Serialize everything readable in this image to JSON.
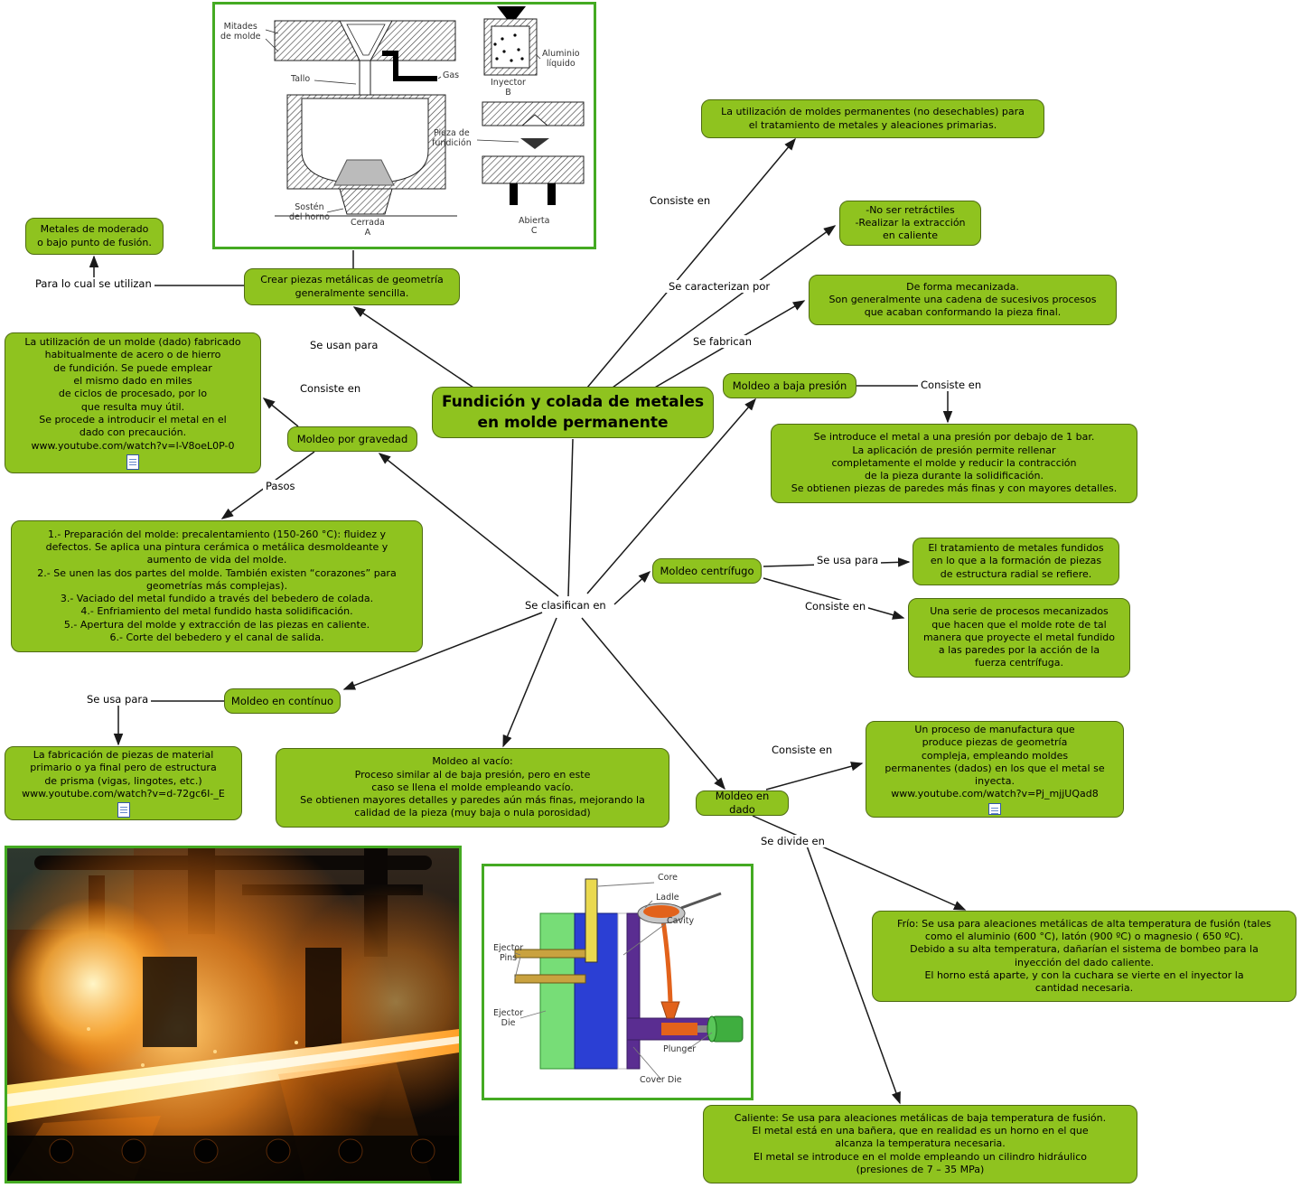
{
  "colors": {
    "node_bg": "#8fc31f",
    "node_border": "#4e6b12",
    "image_border": "#44aa22",
    "line_color": "#1a1a1a"
  },
  "title": {
    "text": "Fundición y colada de metales\nen molde permanente"
  },
  "concepts": {
    "moldes_permanentes": {
      "text": "La utilización de moldes permanentes (no desechables) para\nel tratamiento de metales y aleaciones primarias."
    },
    "caracteristicas": {
      "text": "-No ser retráctiles\n-Realizar la extracción\nen caliente"
    },
    "fabricacion": {
      "text": "De forma mecanizada.\nSon generalmente una cadena de sucesivos procesos\nque acaban conformando la pieza final."
    },
    "moldeo_baja_presion": {
      "text": "Moldeo a baja presión"
    },
    "baja_presion_desc": {
      "text": "Se introduce el metal a una presión por debajo de 1 bar.\nLa aplicación de presión permite rellenar\ncompletamente el molde y reducir la contracción\nde la pieza durante la solidificación.\nSe obtienen piezas de paredes más finas y con mayores detalles."
    },
    "metales_moderado": {
      "text": "Metales de moderado\no bajo punto de fusión."
    },
    "crear_piezas": {
      "text": "Crear piezas metálicas de geometría\ngeneralmente sencilla."
    },
    "molde_dado": {
      "text": "La utilización de un molde (dado) fabricado\nhabitualmente de acero o de hierro\nde fundición. Se puede emplear\nel mismo dado en miles\nde ciclos de procesado, por lo\nque resulta muy útil.\nSe procede a introducir el metal en el\ndado con precaución.",
      "link": "www.youtube.com/watch?v=l-V8oeL0P-0"
    },
    "moldeo_gravedad": {
      "text": "Moldeo por gravedad"
    },
    "pasos_gravedad": {
      "text": "1.- Preparación del molde: precalentamiento (150-260 °C): fluidez y\ndefectos. Se aplica una pintura cerámica o metálica desmoldeante y\naumento de vida del molde.\n2.- Se unen las dos partes del molde. También existen “corazones” para\ngeometrías más complejas).\n3.- Vaciado del metal fundido a través del bebedero de colada.\n4.- Enfriamiento del metal fundido hasta solidificación.\n5.- Apertura del molde y extracción de las piezas en caliente.\n6.- Corte del bebedero y el canal de salida."
    },
    "moldeo_centrifugo": {
      "text": "Moldeo centrífugo"
    },
    "centrifugo_uso": {
      "text": "El tratamiento de metales fundidos\nen lo que a la formación de piezas\nde estructura radial se refiere."
    },
    "centrifugo_desc": {
      "text": "Una serie de procesos mecanizados\nque hacen que el molde rote de tal\nmanera que proyecte el metal fundido\na las paredes por la acción de la\nfuerza centrífuga."
    },
    "moldeo_continuo": {
      "text": "Moldeo en contínuo"
    },
    "continuo_uso": {
      "text": "La fabricación de piezas de material\nprimario o ya final pero de estructura\nde prisma (vigas, lingotes, etc.)",
      "link": "www.youtube.com/watch?v=d-72gc6I-_E"
    },
    "moldeo_vacio": {
      "text": "Moldeo al vacío:\nProceso similar al de baja presión, pero en este\ncaso se llena el molde empleando vacío.\nSe obtienen mayores detalles y paredes aún más finas, mejorando la\ncalidad de la pieza (muy baja o nula porosidad)"
    },
    "moldeo_dado": {
      "text": "Moldeo en dado"
    },
    "dado_desc": {
      "text": "Un proceso de manufactura que\nproduce piezas de geometría\ncompleja, empleando moldes\npermanentes (dados) en los que el metal se\ninyecta.",
      "link": "www.youtube.com/watch?v=Pj_mjjUQad8"
    },
    "dado_frio": {
      "text": "Frío: Se usa para aleaciones metálicas de alta temperatura de fusión (tales\ncomo el aluminio (600 °C), latón (900 ºC) o magnesio ( 650 ºC).\nDebido a su alta temperatura, dañarían el sistema de bombeo para la\ninyección del dado caliente.\nEl horno está aparte, y con la cuchara se vierte en el inyector la\ncantidad necesaria."
    },
    "dado_caliente": {
      "text": "Caliente: Se usa para aleaciones metálicas de baja temperatura de fusión.\nEl metal está en una bañera, que en realidad es un horno en el que\nalcanza la temperatura necesaria.\nEl metal se introduce en el molde empleando un cilindro hidráulico\n(presiones de 7 – 35 MPa)"
    }
  },
  "link_labels": {
    "consiste_en": "Consiste en",
    "se_caracterizan_por": "Se caracterizan por",
    "se_fabrican": "Se fabrican",
    "para_lo_cual_se_utilizan": "Para lo cual se utilizan",
    "se_usan_para": "Se usan para",
    "pasos": "Pasos",
    "se_clasifican_en": "Se clasifican en",
    "se_usa_para": "Se usa para",
    "se_divide_en": "Se divide en"
  },
  "casting_diagram": {
    "labels": {
      "mitades": "Mitades\nde molde",
      "tallo": "Tallo",
      "gas": "Gas",
      "inyector": "Inyector\nB",
      "aluminio": "Aluminio\nlíquido",
      "pieza": "Pieza de\nfundición",
      "sosten": "Sostén\ndel horno",
      "cerrada": "Cerrada\nA",
      "abierta": "Abierta\nC"
    }
  },
  "die_diagram": {
    "labels": {
      "core": "Core",
      "ladle": "Ladle",
      "cavity": "Cavity",
      "ejector_pins": "Ejector\nPins",
      "ejector_die": "Ejector\nDie",
      "plunger": "Plunger",
      "cover_die": "Cover Die"
    }
  }
}
